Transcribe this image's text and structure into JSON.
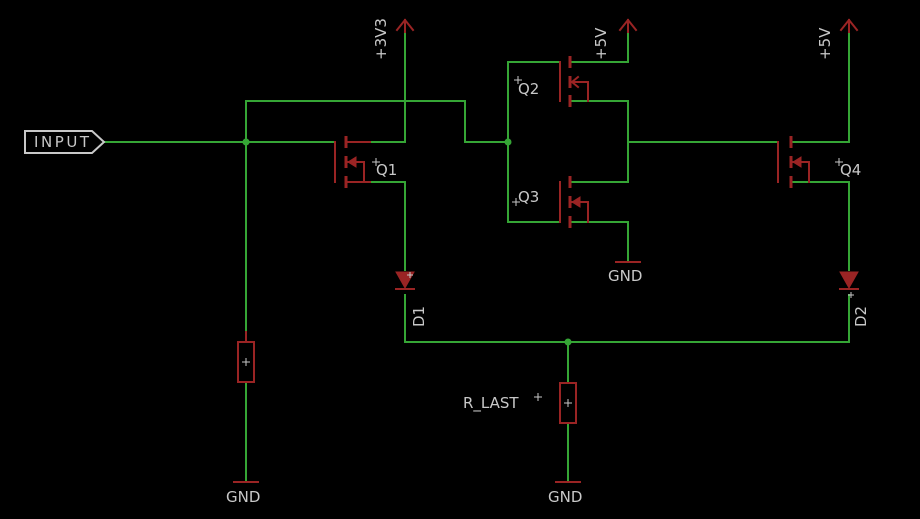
{
  "labels": {
    "input": "INPUT",
    "v33": "+3V3",
    "v5_q2": "+5V",
    "v5_q4": "+5V",
    "gnd_left": "GND",
    "gnd_mid": "GND",
    "gnd_q3": "GND",
    "q1": "Q1",
    "q2": "Q2",
    "q3": "Q3",
    "q4": "Q4",
    "d1": "D1",
    "d2": "D2",
    "r_last": "R_LAST"
  },
  "colors": {
    "background": "#000000",
    "wire": "#35a535",
    "part": "#9a2424",
    "text": "#c8c8c8"
  }
}
